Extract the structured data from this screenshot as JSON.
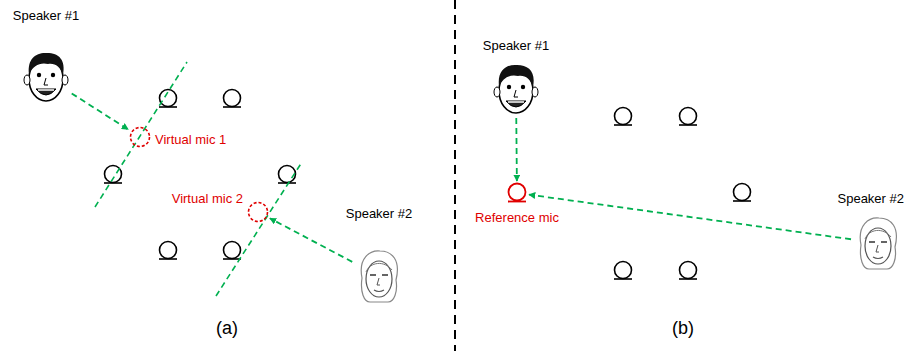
{
  "diagram": {
    "nodes": [
      {
        "text": [
          "Speaker #1"
        ]
      },
      {
        "text": [
          "Virtual mic 1"
        ]
      },
      {
        "text": [
          "Virtual mic 2"
        ]
      },
      {
        "text": [
          "Speaker #2"
        ]
      },
      {
        "text": [
          "Speaker #1"
        ]
      },
      {
        "text": [
          "Reference mic"
        ]
      },
      {
        "text": [
          "Speaker #2"
        ]
      }
    ],
    "edges": [
      {
        "from": 0,
        "to": 1,
        "arrow": "to"
      },
      {
        "from": 3,
        "to": 2,
        "arrow": "to"
      },
      {
        "from": 4,
        "to": 5,
        "arrow": "to"
      },
      {
        "from": 6,
        "to": 5,
        "arrow": "to"
      }
    ],
    "labels": [
      "(a)",
      "(b)"
    ]
  }
}
